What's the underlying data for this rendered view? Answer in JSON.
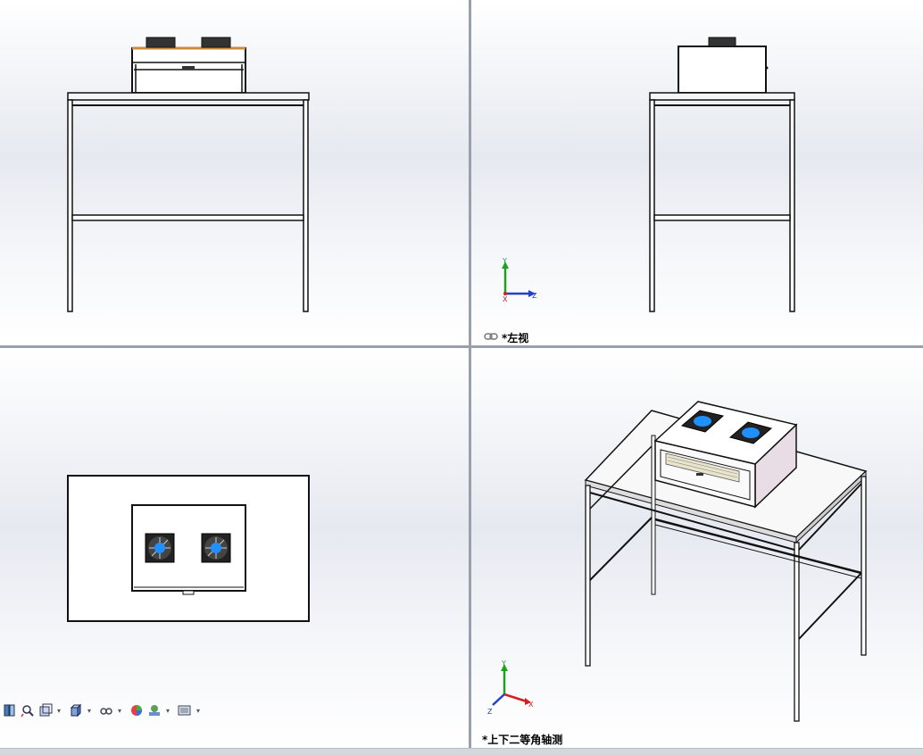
{
  "views": {
    "left_label": "*左视",
    "isometric_label": "*上下二等角轴测"
  },
  "triad": {
    "x": "X",
    "y": "Y",
    "z": "Z"
  },
  "toolbar": {
    "items": [
      {
        "icon": "view-orientation-icon",
        "has_dropdown": false
      },
      {
        "icon": "zoom-to-fit-icon",
        "has_dropdown": false
      },
      {
        "icon": "section-view-icon",
        "has_dropdown": true
      },
      {
        "icon": "display-style-cube-icon",
        "has_dropdown": true
      },
      {
        "icon": "hide-show-items-icon",
        "has_dropdown": true
      },
      {
        "icon": "edit-appearance-icon",
        "has_dropdown": false
      },
      {
        "icon": "apply-scene-icon",
        "has_dropdown": true
      },
      {
        "icon": "view-settings-icon",
        "has_dropdown": true
      }
    ]
  },
  "colors": {
    "viewport_gradient_mid": "#e6e9f0",
    "line": "#111111",
    "fan_blue": "#1e90ff",
    "triad_x": "#d02020",
    "triad_y": "#20a020",
    "triad_z": "#2040d0",
    "top_accent": "#d08a3a"
  }
}
